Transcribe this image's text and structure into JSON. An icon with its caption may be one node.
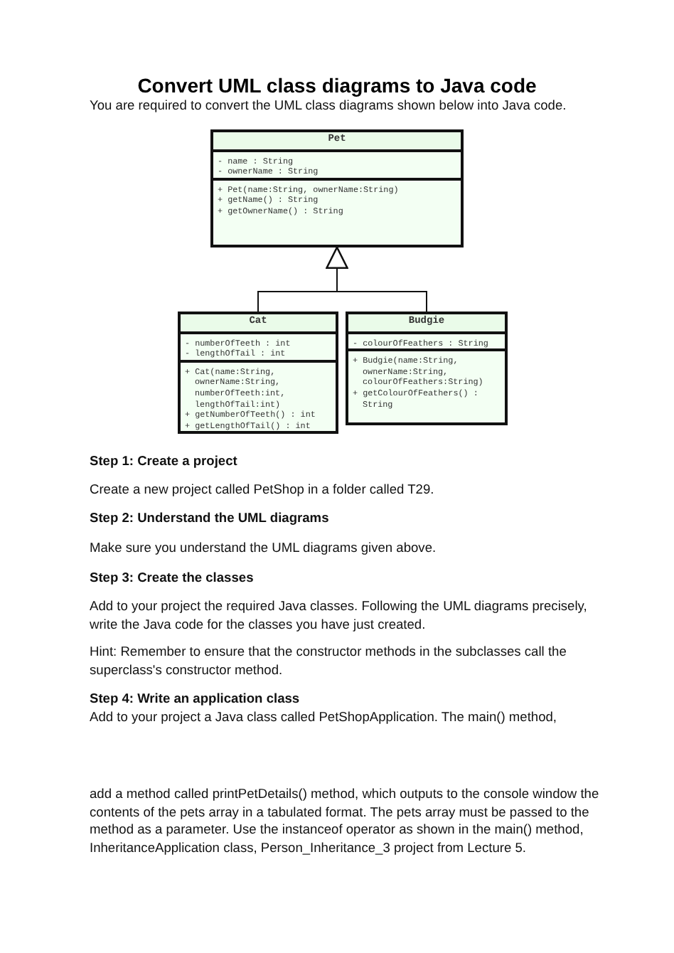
{
  "diagram": {
    "title": "Convert UML class diagrams to Java code",
    "nodes": [
      {
        "text": [
          "Pet",
          "- name : String",
          "- ownerName : String",
          "+ Pet(name:String, ownerName:String)",
          "+ getName() : String",
          "+ getOwnerName() : String"
        ]
      },
      {
        "text": [
          "Cat",
          "- numberOfTeeth : int",
          "- lengthOfTail : int",
          "+ Cat(name:String, ownerName:String, numberOfTeeth:int, lengthOfTail:int)",
          "+ getNumberOfTeeth() : int",
          "+ getLengthOfTail() : int"
        ]
      },
      {
        "text": [
          "Budgie",
          "- colourOfFeathers : String",
          "+ Budgie(name:String, ownerName:String, colourOfFeathers:String)",
          "+ getColourOfFeathers() : String"
        ]
      }
    ],
    "edges": [
      {
        "from": 1,
        "to": 0,
        "arrow": "to"
      },
      {
        "from": 2,
        "to": 0,
        "arrow": "to"
      }
    ],
    "labels": [
      "You are required to convert the UML class diagrams shown below into Java code.",
      "Step 1: Create a project",
      "Create a new project called PetShop in a folder called T29.",
      "Step 2: Understand the UML diagrams",
      "Make sure you understand the UML diagrams given above.",
      "Step 3: Create the classes",
      "Add to your project the required Java classes. Following the UML diagrams precisely, write the Java code for the classes you have just created.",
      "Hint: Remember to ensure that the constructor methods in the subclasses call the superclass's constructor method.",
      "Step 4: Write an application class",
      "Add to your project a Java class called PetShopApplication. The main() method,",
      "add a method called printPetDetails() method, which outputs to the console window the contents of the pets array in a tabulated format. The pets array must be passed to the method as a parameter. Use the instanceof operator as shown in the main() method, InheritanceApplication class, Person_Inheritance_3 project from Lecture 5."
    ]
  }
}
